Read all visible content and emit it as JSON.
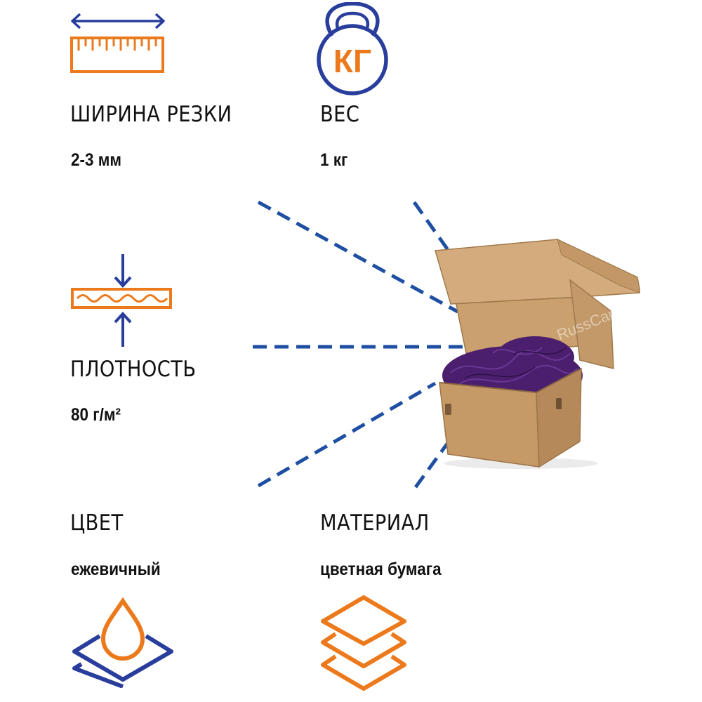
{
  "features": [
    {
      "id": "width",
      "label": "ШИРИНА РЕЗКИ",
      "value": "2-3 мм",
      "icon": "ruler-width-icon"
    },
    {
      "id": "weight",
      "label": "ВЕС",
      "value": "1 кг",
      "icon": "kettlebell-icon"
    },
    {
      "id": "density",
      "label": "ПЛОТНОСТЬ",
      "value": "80 г/м²",
      "icon": "paper-thickness-icon"
    },
    {
      "id": "color",
      "label": "ЦВЕТ",
      "value": "ежевичный",
      "icon": "color-drop-layers-icon"
    },
    {
      "id": "material",
      "label": "МАТЕРИАЛ",
      "value": "цветная бумага",
      "icon": "paper-layers-icon"
    }
  ],
  "weight_icon_text": "КГ",
  "box_image": {
    "icon": "cardboard-box-with-purple-shredded-paper",
    "watermark": "RussCarton"
  },
  "colors": {
    "orange": "#ec7a1c",
    "blue": "#283d9c",
    "dash_blue": "#1f4fa3",
    "purple": "#4b1f6e",
    "kraft": "#c79a69"
  }
}
